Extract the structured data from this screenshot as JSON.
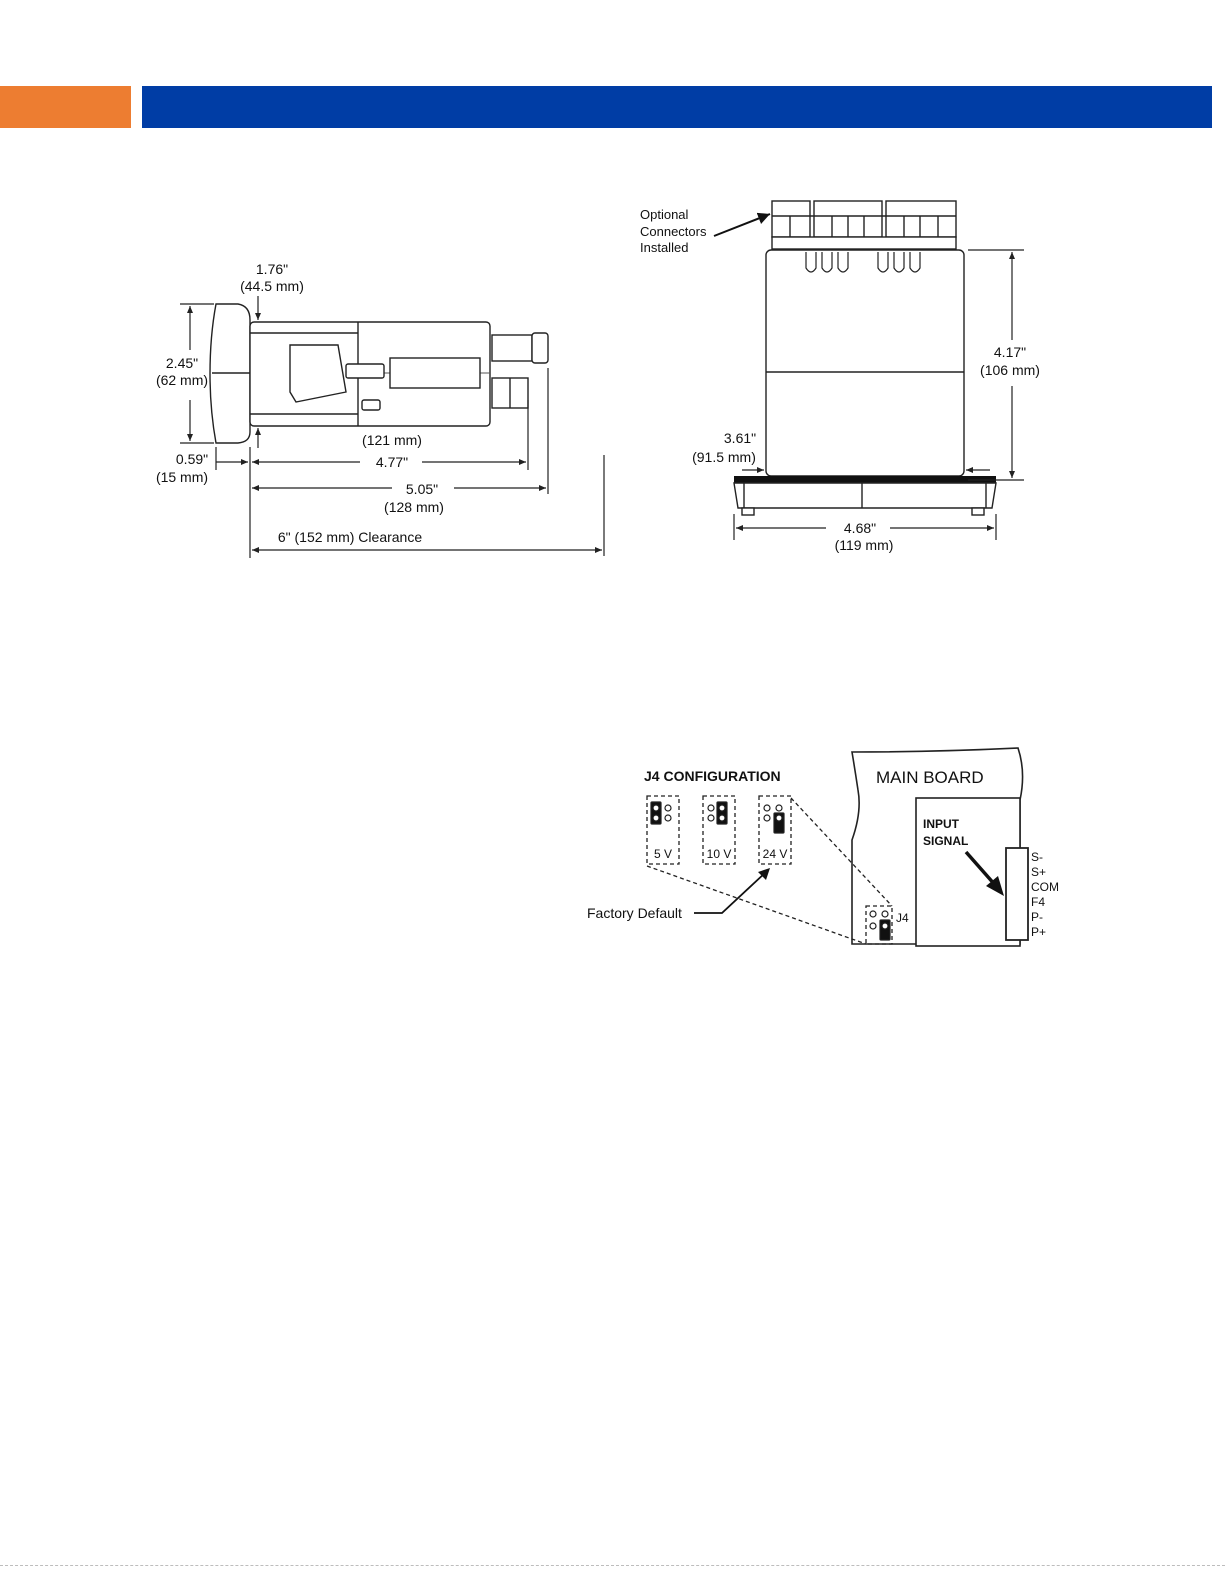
{
  "header": {
    "accent_color": "#ed7d31",
    "band_color": "#003da5"
  },
  "side_view": {
    "depth_behind_panel": "1.76\"",
    "depth_behind_panel_mm": "(44.5 mm)",
    "height": "2.45\"",
    "height_mm": "(62 mm)",
    "bezel_depth": "0.59\"",
    "bezel_depth_mm": "(15 mm)",
    "case_depth_mm": "(121 mm)",
    "case_depth": "4.77\"",
    "overall_depth": "5.05\"",
    "overall_depth_mm": "(128 mm)",
    "clearance": "6\" (152 mm) Clearance"
  },
  "top_view": {
    "connectors_line1": "Optional",
    "connectors_line2": "Connectors",
    "connectors_line3": "Installed",
    "height": "4.17\"",
    "height_mm": "(106 mm)",
    "cutout_width": "3.61\"",
    "cutout_width_mm": "(91.5 mm)",
    "overall_width": "4.68\"",
    "overall_width_mm": "(119 mm)"
  },
  "jumper": {
    "title": "J4 CONFIGURATION",
    "board_label": "MAIN BOARD",
    "input_label_1": "INPUT",
    "input_label_2": "SIGNAL",
    "options": [
      "5 V",
      "10 V",
      "24 V"
    ],
    "default_label": "Factory Default",
    "j4_label": "J4",
    "terminals": [
      "S-",
      "S+",
      "COM",
      "F4",
      "P-",
      "P+"
    ]
  }
}
